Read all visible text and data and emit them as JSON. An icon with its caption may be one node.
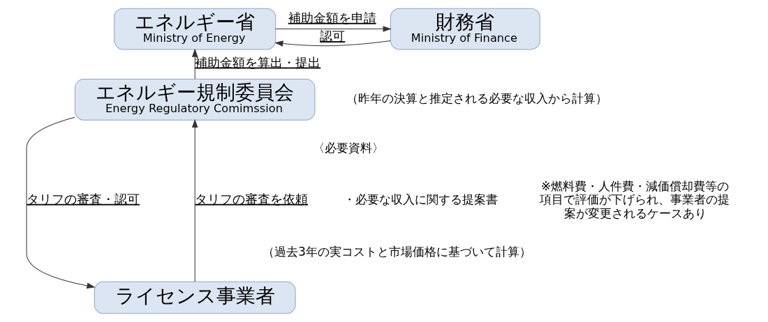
{
  "diagram": {
    "nodes": [
      {
        "text": [
          "エネルギー省",
          "Ministry of Energy"
        ]
      },
      {
        "text": [
          "財務省",
          "Ministry of Finance"
        ]
      },
      {
        "text": [
          "エネルギー規制委員会",
          "Energy Regulatory Comimssion"
        ]
      },
      {
        "text": [
          "ライセンス事業者"
        ]
      }
    ],
    "edges": [
      {
        "from": 1,
        "to": 0,
        "arrow": "to",
        "label": "認可"
      },
      {
        "from": 0,
        "to": 1,
        "arrow": "to",
        "label": "補助金額を申請"
      },
      {
        "from": 2,
        "to": 0,
        "arrow": "to",
        "label": "補助金額を算出・提出"
      },
      {
        "from": 2,
        "to": 3,
        "arrow": "to",
        "label": "タリフの審査・認可"
      },
      {
        "from": 3,
        "to": 2,
        "arrow": "to",
        "label": "タリフの審査を依頼"
      }
    ],
    "labels": [
      "（昨年の決算と推定される必要な収入から計算）",
      "※燃料費・人件費・減価償却費等の項目で評価が下げられ、事業者の提案が変更されるケースあり",
      "〈必要資料〉",
      "・必要な収入に関する提案書",
      "（過去3年の実コストと市場価格に基づいて計算）"
    ]
  }
}
